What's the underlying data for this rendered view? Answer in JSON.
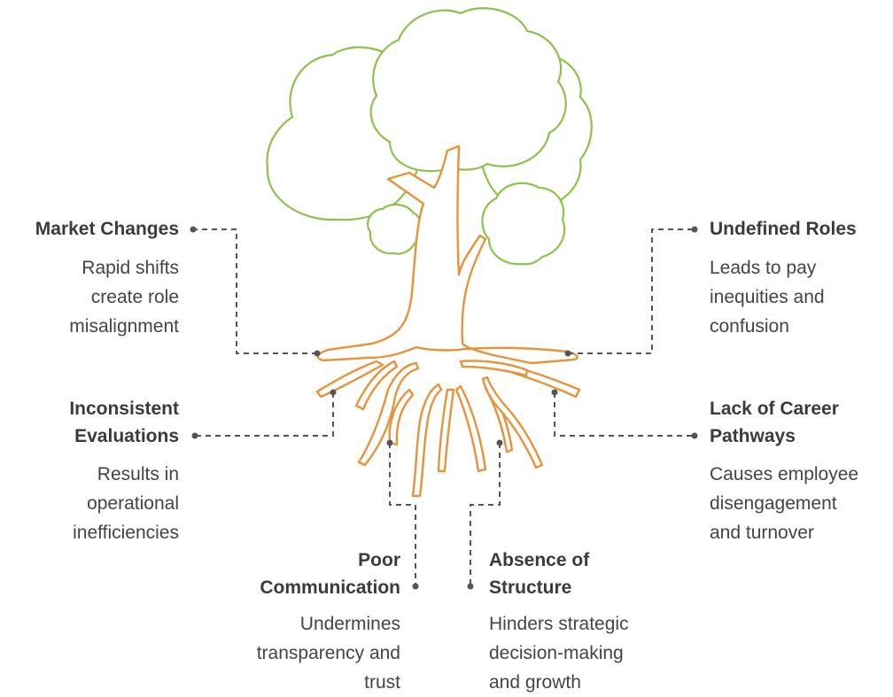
{
  "colors": {
    "canopy": "#8bc34a",
    "trunk": "#e8923a",
    "connector": "#555555",
    "text": "#3d3d3d"
  },
  "labels": {
    "market": {
      "title": "Market Changes",
      "desc": [
        "Rapid shifts",
        "create role",
        "misalignment"
      ]
    },
    "roles": {
      "title": "Undefined Roles",
      "desc": [
        "Leads to pay",
        "inequities and",
        "confusion"
      ]
    },
    "evaluations": {
      "title": [
        "Inconsistent",
        "Evaluations"
      ],
      "desc": [
        "Results in",
        "operational",
        "inefficiencies"
      ]
    },
    "career": {
      "title": [
        "Lack of Career",
        "Pathways"
      ],
      "desc": [
        "Causes employee",
        "disengagement",
        "and turnover"
      ]
    },
    "communication": {
      "title": [
        "Poor",
        "Communication"
      ],
      "desc": [
        "Undermines",
        "transparency and",
        "trust"
      ]
    },
    "structure": {
      "title": [
        "Absence of",
        "Structure"
      ],
      "desc": [
        "Hinders strategic",
        "decision-making",
        "and growth"
      ]
    }
  }
}
